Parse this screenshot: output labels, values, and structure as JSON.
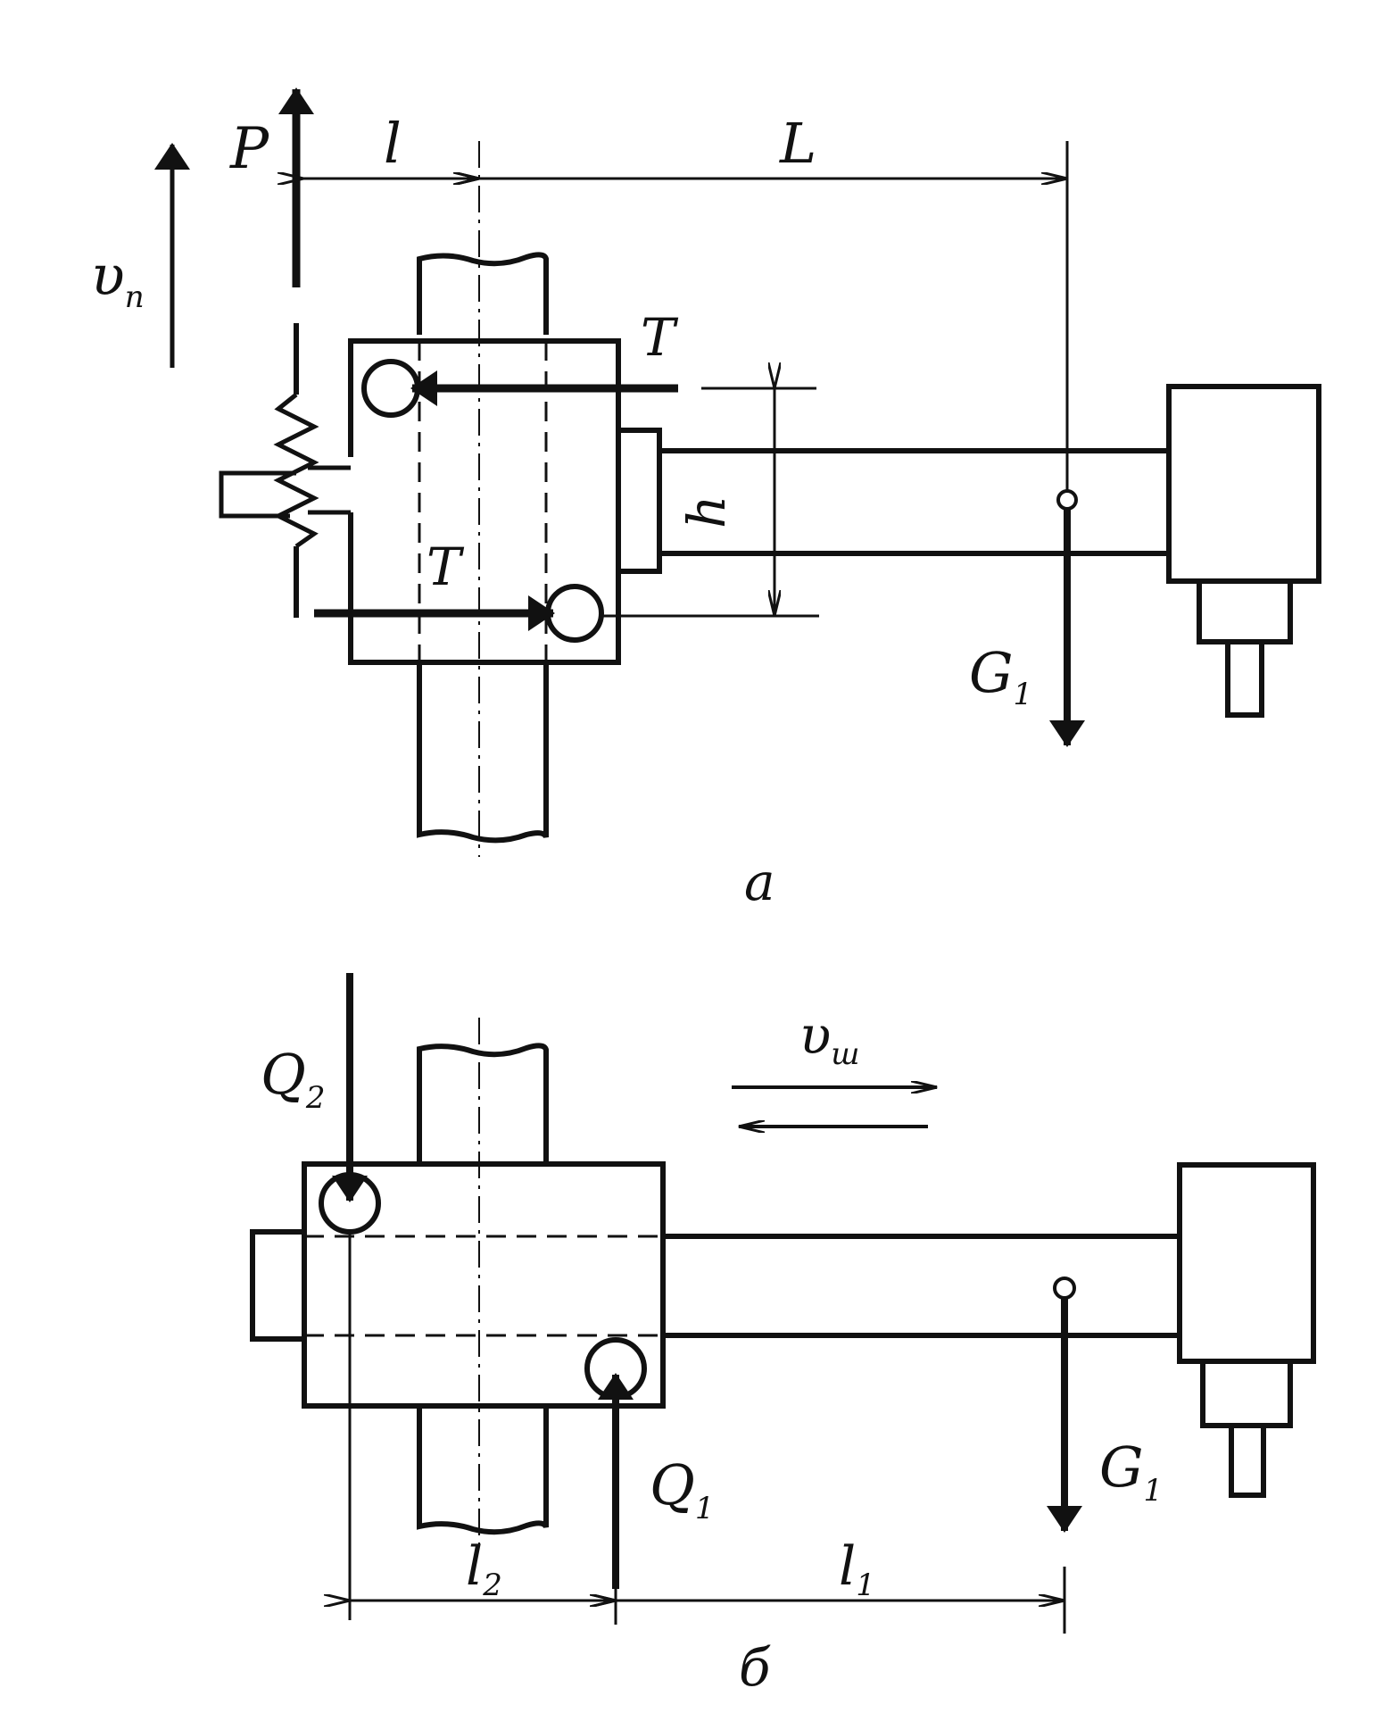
{
  "figure_a": {
    "caption": "а",
    "labels": {
      "velocity": "υ",
      "velocity_sub": "п",
      "force_p": "P",
      "dim_l": "l",
      "dim_L": "L",
      "friction_top": "T",
      "friction_bottom": "T",
      "dim_h": "h",
      "weight": "G",
      "weight_sub": "1"
    }
  },
  "figure_b": {
    "caption": "б",
    "labels": {
      "velocity": "υ",
      "velocity_sub": "ш",
      "reaction_q2": "Q",
      "reaction_q2_sub": "2",
      "reaction_q1": "Q",
      "reaction_q1_sub": "1",
      "weight": "G",
      "weight_sub": "1",
      "dim_l2": "l",
      "dim_l2_sub": "2",
      "dim_l1": "l",
      "dim_l1_sub": "1"
    }
  },
  "colors": {
    "ink": "#111111",
    "paper": "#ffffff"
  }
}
